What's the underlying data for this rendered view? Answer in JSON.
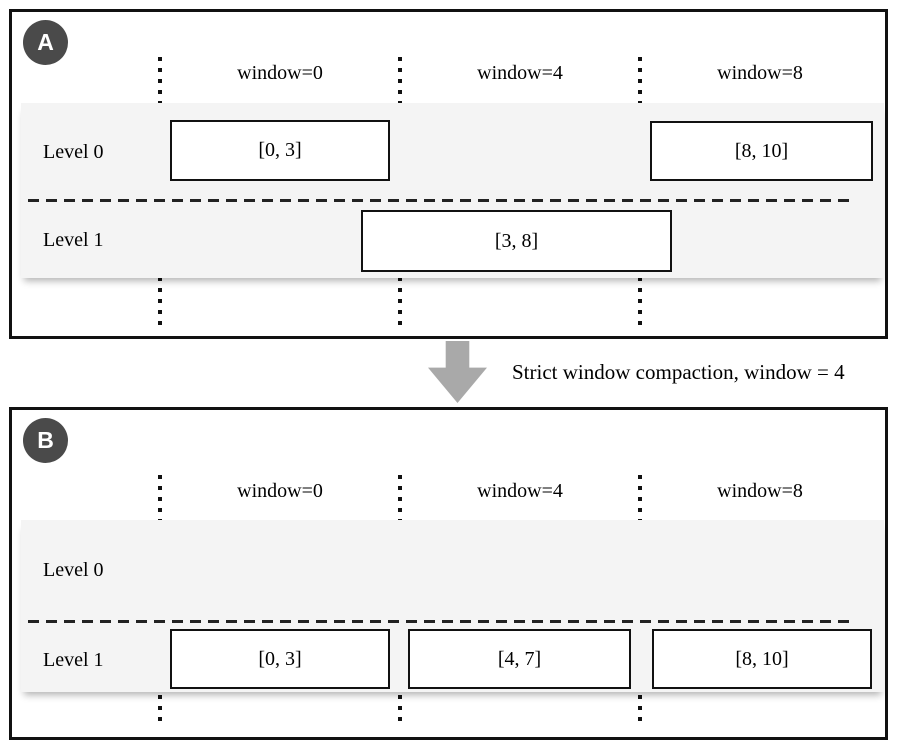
{
  "diagram": {
    "caption": "Strict window compaction, window = 4",
    "colors": {
      "badge_bg": "#4a4a4a",
      "badge_text": "#ffffff",
      "row_band": "#f4f4f4",
      "arrow": "#a9a9a9",
      "line": "#111111"
    },
    "panels": {
      "a": {
        "badge": "A",
        "windows": [
          "window=0",
          "window=4",
          "window=8"
        ],
        "levels": [
          "Level 0",
          "Level 1"
        ],
        "boxes": {
          "level0_window0": "[0, 3]",
          "level0_window8": "[8, 10]",
          "level1_span": "[3, 8]"
        }
      },
      "b": {
        "badge": "B",
        "windows": [
          "window=0",
          "window=4",
          "window=8"
        ],
        "levels": [
          "Level 0",
          "Level 1"
        ],
        "boxes": {
          "level1_window0": "[0, 3]",
          "level1_window4": "[4, 7]",
          "level1_window8": "[8, 10]"
        }
      }
    }
  }
}
